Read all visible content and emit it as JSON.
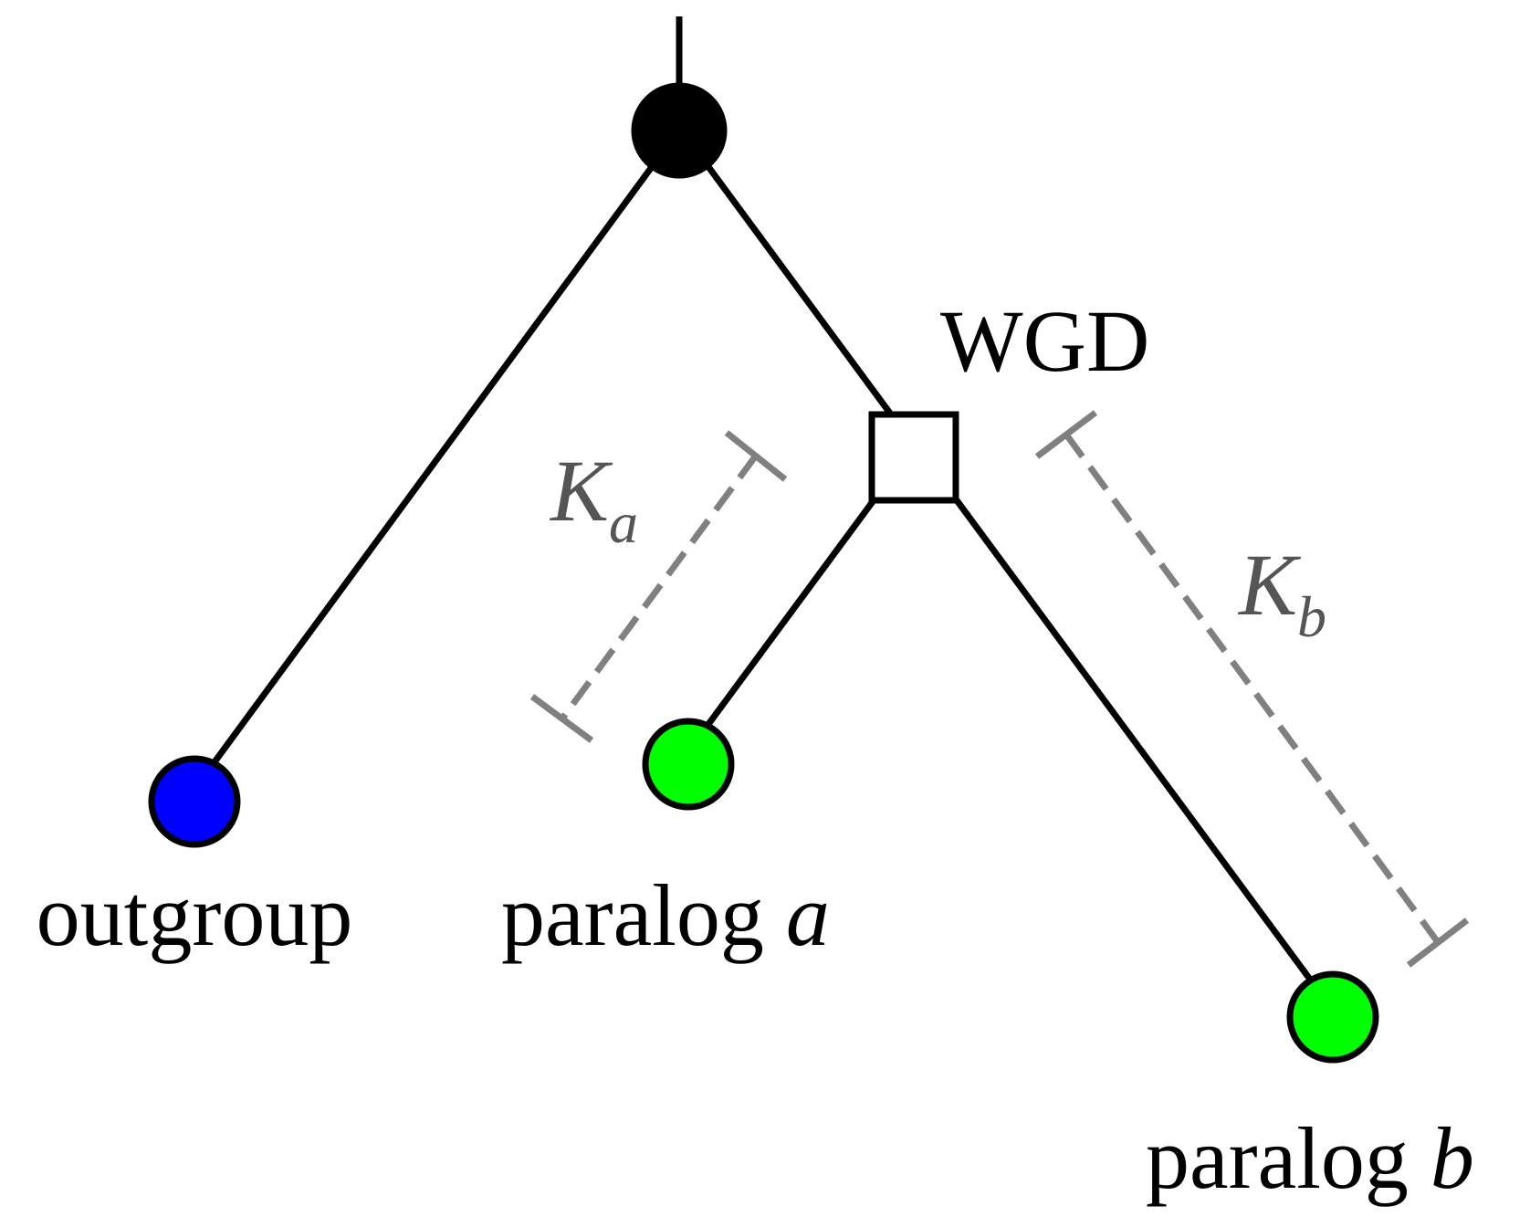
{
  "diagram": {
    "nodes": {
      "root": {
        "kind": "speciation",
        "fill": "#000000"
      },
      "wgd": {
        "kind": "duplication",
        "label": "WGD",
        "fill": "#ffffff"
      },
      "outgroup": {
        "kind": "leaf",
        "label": "outgroup",
        "fill": "#0000ff"
      },
      "paralog_a": {
        "kind": "leaf",
        "label_text": "paralog",
        "label_var": "a",
        "fill": "#00ff00"
      },
      "paralog_b": {
        "kind": "leaf",
        "label_text": "paralog",
        "label_var": "b",
        "fill": "#00ff00"
      }
    },
    "measures": {
      "ka": {
        "symbol": "K",
        "subscript": "a",
        "color": "#808080"
      },
      "kb": {
        "symbol": "K",
        "subscript": "b",
        "color": "#808080"
      }
    }
  }
}
